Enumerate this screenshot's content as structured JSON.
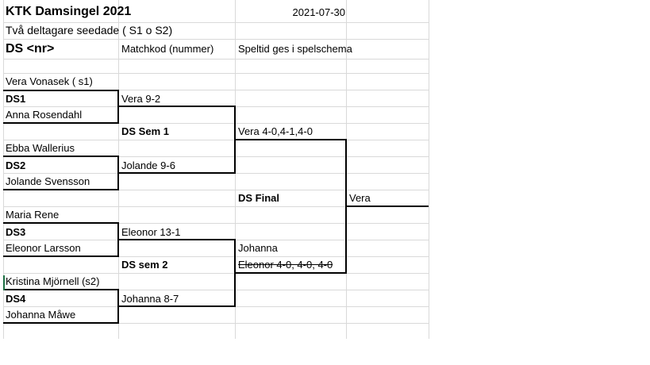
{
  "header": {
    "title": "KTK Damsingel 2021",
    "date": "2021-07-30",
    "subtitle": "Två deltagare seedade ( S1 o S2)",
    "col_a_header": "DS <nr>",
    "col_b_header": "Matchkod (nummer)",
    "col_c_header": "Speltid ges i spelschema"
  },
  "round1": [
    {
      "top": "Vera Vonasek ( s1)",
      "code": "DS1",
      "bottom": "Anna Rosendahl",
      "result": "Vera 9-2"
    },
    {
      "top": "Ebba Wallerius",
      "code": "DS2",
      "bottom": "Jolande Svensson",
      "result": "Jolande 9-6"
    },
    {
      "top": "Maria Rene",
      "code": "DS3",
      "bottom": "Eleonor Larsson",
      "result": "Eleonor 13-1"
    },
    {
      "top": "Kristina Mjörnell (s2)",
      "code": "DS4",
      "bottom": "Johanna Måwe",
      "result": "Johanna 8-7"
    }
  ],
  "semis": [
    {
      "code": "DS Sem 1",
      "result": "Vera  4-0,4-1,4-0"
    },
    {
      "code": "DS sem 2",
      "result": "Johanna",
      "struck_result": "Eleonor 4-0, 4-0, 4-0"
    }
  ],
  "final": {
    "code": "DS Final",
    "winner": "Vera"
  }
}
